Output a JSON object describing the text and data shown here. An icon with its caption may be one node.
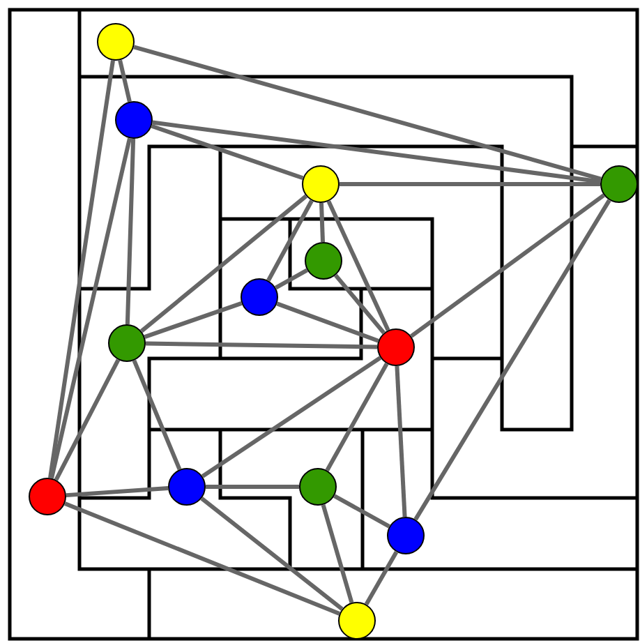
{
  "diagram": {
    "nodes": [
      {
        "text": [],
        "shape": "circle"
      },
      {
        "text": [],
        "shape": "circle"
      },
      {
        "text": [],
        "shape": "circle"
      },
      {
        "text": [],
        "shape": "circle"
      },
      {
        "text": [],
        "shape": "circle"
      },
      {
        "text": [],
        "shape": "circle"
      },
      {
        "text": [],
        "shape": "circle"
      },
      {
        "text": [],
        "shape": "circle"
      },
      {
        "text": [],
        "shape": "circle"
      },
      {
        "text": [],
        "shape": "circle"
      },
      {
        "text": [],
        "shape": "circle"
      },
      {
        "text": [],
        "shape": "circle"
      },
      {
        "text": [],
        "shape": "circle"
      }
    ],
    "edges": [
      {
        "from": 0,
        "to": 1,
        "arrow": "none"
      },
      {
        "from": 0,
        "to": 3,
        "arrow": "none"
      },
      {
        "from": 0,
        "to": 8,
        "arrow": "none"
      },
      {
        "from": 1,
        "to": 3,
        "arrow": "none"
      },
      {
        "from": 1,
        "to": 2,
        "arrow": "none"
      },
      {
        "from": 1,
        "to": 6,
        "arrow": "none"
      },
      {
        "from": 1,
        "to": 8,
        "arrow": "none"
      },
      {
        "from": 2,
        "to": 3,
        "arrow": "none"
      },
      {
        "from": 2,
        "to": 4,
        "arrow": "none"
      },
      {
        "from": 2,
        "to": 5,
        "arrow": "none"
      },
      {
        "from": 2,
        "to": 7,
        "arrow": "none"
      },
      {
        "from": 2,
        "to": 6,
        "arrow": "none"
      },
      {
        "from": 4,
        "to": 5,
        "arrow": "none"
      },
      {
        "from": 4,
        "to": 7,
        "arrow": "none"
      },
      {
        "from": 5,
        "to": 6,
        "arrow": "none"
      },
      {
        "from": 5,
        "to": 7,
        "arrow": "none"
      },
      {
        "from": 6,
        "to": 7,
        "arrow": "none"
      },
      {
        "from": 6,
        "to": 8,
        "arrow": "none"
      },
      {
        "from": 6,
        "to": 9,
        "arrow": "none"
      },
      {
        "from": 7,
        "to": 3,
        "arrow": "none"
      },
      {
        "from": 7,
        "to": 9,
        "arrow": "none"
      },
      {
        "from": 7,
        "to": 10,
        "arrow": "none"
      },
      {
        "from": 7,
        "to": 11,
        "arrow": "none"
      },
      {
        "from": 3,
        "to": 11,
        "arrow": "none"
      },
      {
        "from": 8,
        "to": 9,
        "arrow": "none"
      },
      {
        "from": 8,
        "to": 12,
        "arrow": "none"
      },
      {
        "from": 9,
        "to": 10,
        "arrow": "none"
      },
      {
        "from": 9,
        "to": 12,
        "arrow": "none"
      },
      {
        "from": 10,
        "to": 11,
        "arrow": "none"
      },
      {
        "from": 10,
        "to": 12,
        "arrow": "none"
      },
      {
        "from": 11,
        "to": 12,
        "arrow": "none"
      }
    ]
  }
}
